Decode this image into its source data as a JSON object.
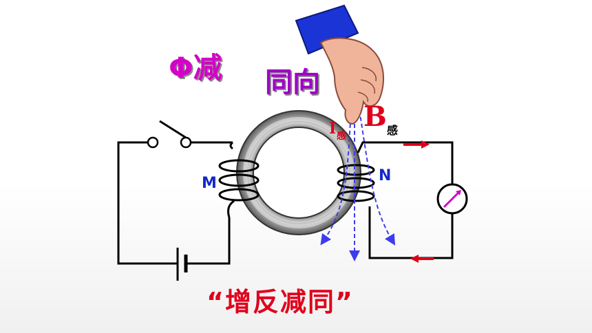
{
  "labels": {
    "flux_decrease": "Φ减",
    "same_direction": "同向",
    "b_induced_main": "B",
    "b_induced_sub": "感",
    "i_induced_main": "I",
    "i_induced_sub": "感",
    "coil_m": "M",
    "coil_n": "N",
    "mnemonic": "“增反减同”"
  },
  "colors": {
    "flux_label": "#d400c8",
    "same_dir_label": "#a100c8",
    "induced_red": "#e0001b",
    "coil_label_blue": "#1428c8",
    "field_line_blue": "#3c3cf0",
    "ring_gray": "#8c8c8c",
    "sleeve_blue": "#1a34d6",
    "hand_skin": "#f0b49a"
  },
  "icons": {
    "switch": "open-switch-icon",
    "battery": "battery-icon",
    "galvanometer": "galvanometer-icon",
    "hand": "right-hand-pointing-icon",
    "current_arrow": "red-arrow-icon"
  }
}
